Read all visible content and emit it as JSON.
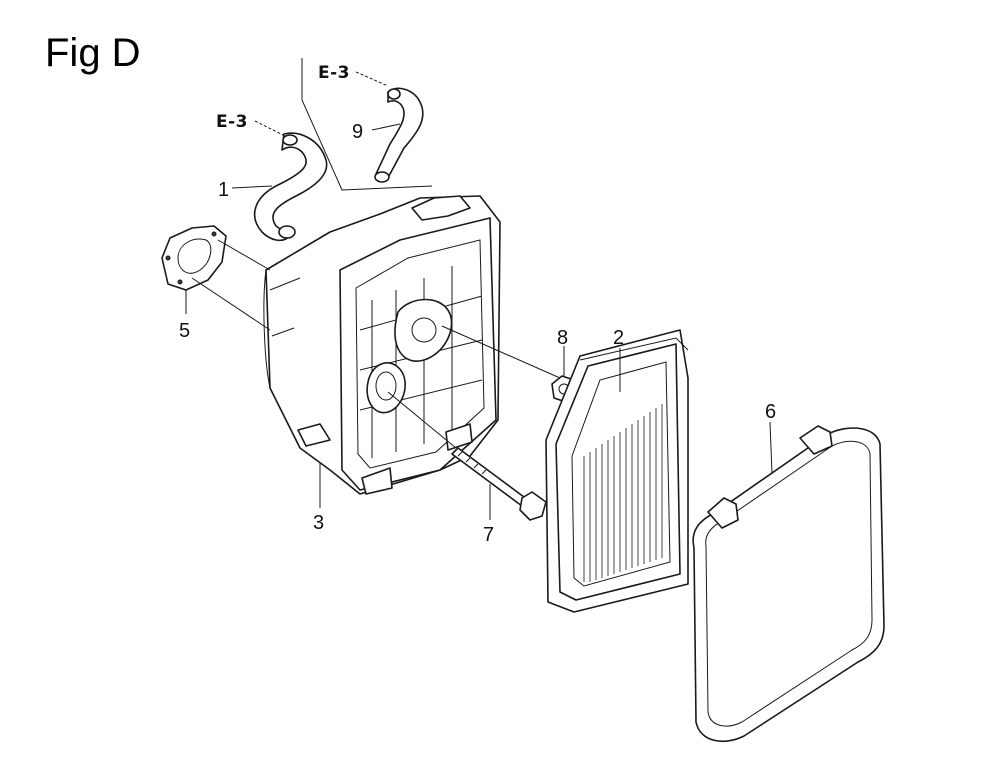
{
  "figure": {
    "title": "Fig D"
  },
  "references": {
    "upper": "E-3",
    "lower": "E-3"
  },
  "callouts": {
    "hose_lower": "1",
    "filter_element": "2",
    "case_housing": "3",
    "gasket": "5",
    "cover": "6",
    "long_bolt": "7",
    "nut": "8",
    "hose_upper": "9"
  },
  "colors": {
    "line": "#1a1a1a",
    "background": "#ffffff"
  }
}
